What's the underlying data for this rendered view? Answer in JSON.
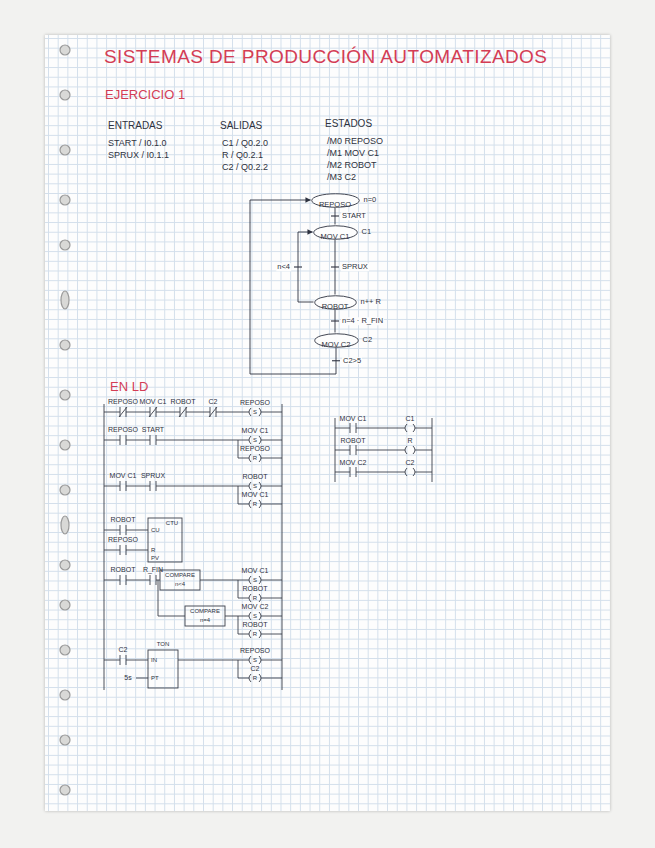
{
  "diagram": {
    "title": "SISTEMAS DE PRODUCCIÓN AUTOMATIZADOS",
    "nodes": [
      {
        "text": [
          "REPOSO",
          "n=0"
        ]
      },
      {
        "text": [
          "MOV C1",
          "C1"
        ]
      },
      {
        "text": [
          "ROBOT",
          "n++ R"
        ]
      },
      {
        "text": [
          "MOV C2",
          "C2"
        ]
      }
    ],
    "edges": [
      {
        "from": 0,
        "to": 1,
        "label": "START",
        "arrow": "none"
      },
      {
        "from": 1,
        "to": 2,
        "label": "SPRUX",
        "arrow": "none"
      },
      {
        "from": 2,
        "to": 3,
        "label": "n=4 · R_FIN",
        "arrow": "none"
      },
      {
        "from": 2,
        "to": 1,
        "label": "n<4",
        "arrow": "to"
      },
      {
        "from": 3,
        "to": 0,
        "label": "C2>5",
        "arrow": "to"
      }
    ],
    "labels": [
      "EJERCICIO 1",
      "ENTRADAS",
      "SALIDAS",
      "ESTADOS",
      "START / I0.1.0",
      "SPRUX / I0.1.1",
      "C1 / Q0.2.0",
      "R / Q0.2.1",
      "C2 / Q0.2.2",
      "/M0 REPOSO",
      "/M1 MOV C1",
      "/M2 ROBOT",
      "/M3 C2",
      "EN LD",
      "REPOSO",
      "MOV C1",
      "ROBOT",
      "C2",
      "REPOSO",
      "S",
      "REPOSO",
      "START",
      "MOV C1",
      "S",
      "REPOSO",
      "R",
      "MOV C1",
      "SPRUX",
      "ROBOT",
      "S",
      "MOV C1",
      "R",
      "ROBOT",
      "REPOSO",
      "CTU",
      "CU",
      "R",
      "PV",
      "ROBOT",
      "R_FIN",
      "COMPARE",
      "n<4",
      "COMPARE",
      "n=4",
      "MOV C1",
      "S",
      "ROBOT",
      "R",
      "MOV C2",
      "S",
      "ROBOT",
      "R",
      "C2",
      "TON",
      "IN",
      "PT",
      "5s",
      "REPOSO",
      "S",
      "C2",
      "R",
      "MOV C1",
      "C1",
      "ROBOT",
      "R",
      "MOV C2",
      "C2"
    ]
  }
}
